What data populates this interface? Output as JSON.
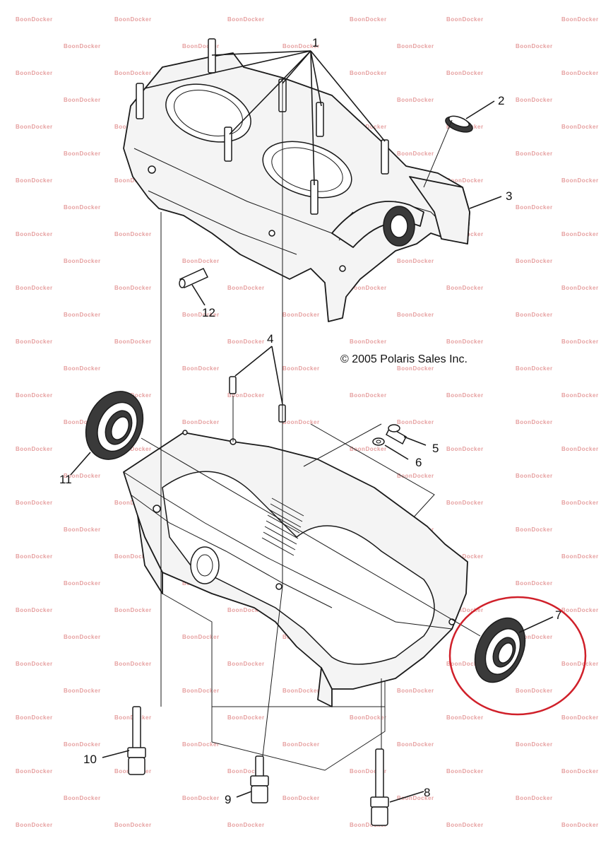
{
  "copyright": "© 2005 Polaris Sales Inc.",
  "watermark_text": "BoonDocker",
  "highlight_color": "#d0202a",
  "callouts": {
    "c1": "1",
    "c2": "2",
    "c3": "3",
    "c4": "4",
    "c5": "5",
    "c6": "6",
    "c7": "7",
    "c8": "8",
    "c9": "9",
    "c10": "10",
    "c11": "11",
    "c12": "12"
  },
  "highlighted_part": "7"
}
